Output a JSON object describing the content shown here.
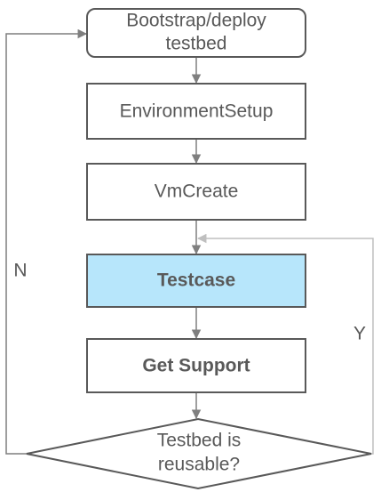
{
  "diagram": {
    "nodes": {
      "bootstrap": {
        "line1": "Bootstrap/deploy",
        "line2": "testbed"
      },
      "environment_setup": {
        "label": "EnvironmentSetup"
      },
      "vm_create": {
        "label": "VmCreate"
      },
      "testcase": {
        "label": "Testcase"
      },
      "get_support": {
        "label": "Get Support"
      },
      "decision": {
        "line1": "Testbed is",
        "line2": "reusable?"
      }
    },
    "edges": {
      "no_label": "N",
      "yes_label": "Y"
    },
    "colors": {
      "box_border": "#595959",
      "box_fill": "#ffffff",
      "highlight_fill": "#b7e6fb",
      "arrow": "#7f7f7f",
      "yes_loop": "#bfbfbf",
      "text": "#595959"
    }
  }
}
